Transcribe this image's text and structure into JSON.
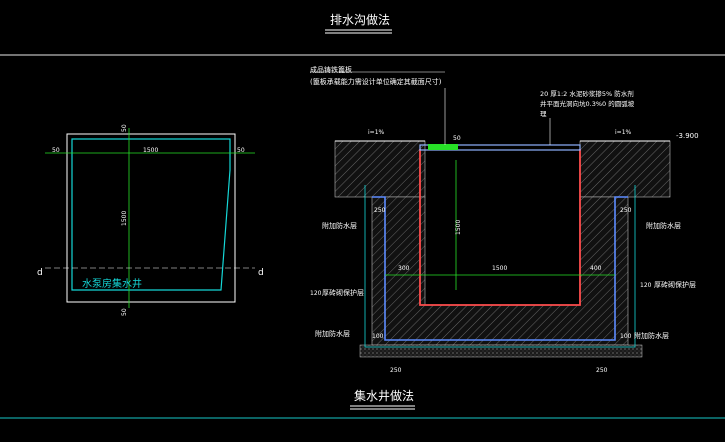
{
  "title": "排水沟做法",
  "bottom_title": "集水井做法",
  "plan": {
    "dim_50_top": "50",
    "dim_50_left": "50",
    "dim_50_right": "50",
    "dim_50_bottom": "50",
    "dim_1500_width": "1500",
    "dim_1500_height": "1500",
    "label": "水泵房集水井",
    "cut_mark_left": "d",
    "cut_mark_right": "d"
  },
  "section": {
    "note1_line1": "成品铸铁篦板",
    "note1_line2": "(篦板承载能力需设计单位确定其截面尺寸)",
    "note2_line1": "20 厚1:2 水泥砂浆掺5% 防水剂",
    "note2_line2": "井平面光洞向坑0.3%0 的圆弧坡",
    "note2_line3": "理",
    "slope_left": "i=1%",
    "slope_right": "i=1%",
    "elevation": "-3.900",
    "dim_grate": "50",
    "dim_250_left": "250",
    "dim_250_right": "250",
    "depth": "1500",
    "dim_300": "300",
    "dim_width": "1500",
    "dim_400": "400",
    "dim_120_left": "120",
    "dim_120_right": "120",
    "dim_250_bottom_left": "250",
    "dim_250_bottom_right": "250",
    "dim_100_left": "100",
    "dim_100_right": "100",
    "label_waterproof_a": "附加防水层",
    "label_waterproof_b": "附加防水层",
    "label_waterproof_c": "附加防水层",
    "label_waterproof_d": "附加防水层",
    "label_brick_left": "厚砖砌保护层",
    "label_brick_right": "厚砖砌保护层"
  }
}
